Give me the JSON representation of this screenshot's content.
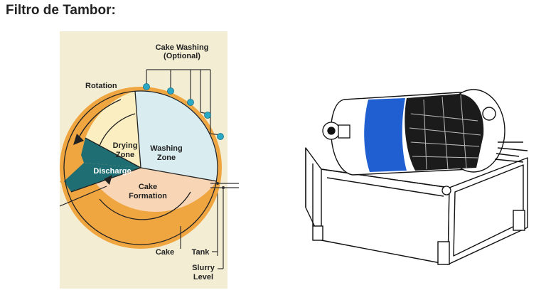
{
  "title": "Filtro de Tambor:",
  "diagram": {
    "labels": {
      "cake_washing": "Cake Washing",
      "optional": "(Optional)",
      "rotation": "Rotation",
      "drying_zone_1": "Drying",
      "drying_zone_2": "Zone",
      "washing_zone_1": "Washing",
      "washing_zone_2": "Zone",
      "discharge": "Discharge",
      "cake_formation_1": "Cake",
      "cake_formation_2": "Formation",
      "cake": "Cake",
      "tank": "Tank",
      "slurry_1": "Slurry",
      "slurry_2": "Level"
    },
    "colors": {
      "panel": "#f3edd3",
      "drum_band": "#f0a640",
      "drying": "#fbeec0",
      "washing": "#d9ecf0",
      "discharge": "#1e6e73",
      "formation": "#f8d5b4",
      "nozzle": "#2aa9c6",
      "filter_cloth": "#1f5fd1"
    }
  }
}
